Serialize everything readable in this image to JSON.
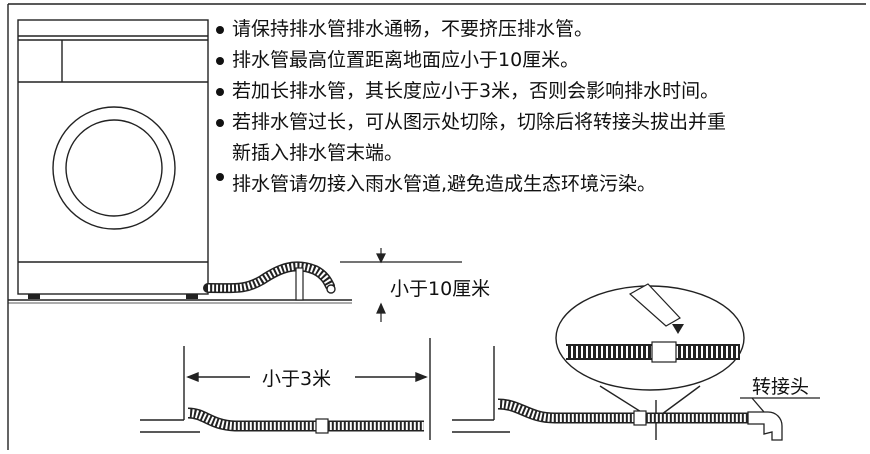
{
  "notes": [
    "请保持排水管排水通畅，不要挤压排水管。",
    "排水管最高位置距离地面应小于10厘米。",
    "若加长排水管，其长度应小于3米，否则会影响排水时间。",
    "若排水管过长，可从图示处切除，切除后将转接头拔出并重",
    "新插入排水管末端。",
    "排水管请勿接入雨水管道,避免造成生态环境污染。"
  ],
  "labels": {
    "height_limit": "小于10厘米",
    "length_limit": "小于3米",
    "adapter": "转接头"
  }
}
